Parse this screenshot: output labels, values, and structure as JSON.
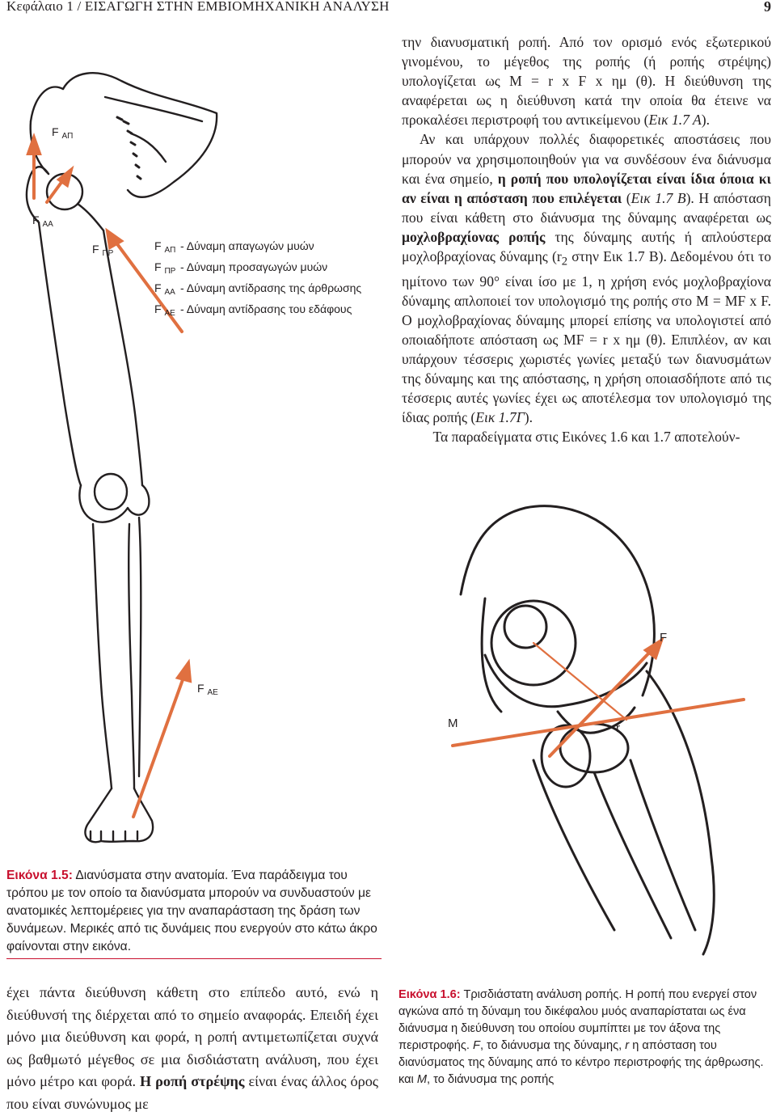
{
  "header": {
    "running_title": "Κεφάλαιο 1 / ΕΙΣΑΓΩΓΗ ΣΤΗΝ ΕΜΒΙΟΜΗΧΑΝΙΚΗ ΑΝΑΛΥΣΗ",
    "page_number": "9"
  },
  "right_column": {
    "p1_a": "την διανυσματική ροπή. Από τον ορισμό ενός εξωτερικού γινομένου, το μέγεθος της ροπής (ή ροπής στρέψης) υπολογίζεται ως M = r x F x ημ (θ). Η διεύθυνση της αναφέρεται ως η διεύθυνση κατά την οποία θα έτεινε να προκαλέσει περιστροφή του αντικείμενου (",
    "p1_ref": "Εικ 1.7 Α",
    "p1_b": ").",
    "p2_a": "Αν και υπάρχουν πολλές διαφορετικές αποστάσεις που μπορούν να χρησιμοποιηθούν για να συνδέσουν ένα διάνυσμα και ένα σημείο, ",
    "p2_bold": "η ροπή που υπολογίζεται είναι ίδια όποια κι αν είναι η απόσταση που επιλέγεται",
    "p2_b": " (",
    "p2_ref1": "Εικ 1.7 Β",
    "p2_c": "). Η απόσταση που είναι κάθετη στο διάνυσμα της δύναμης αναφέρεται ως ",
    "p2_bold2": "μοχλοβραχίονας ροπής",
    "p2_d": " της δύναμης αυτής ή απλούστερα μοχλοβραχίονας δύναμης (r",
    "p2_sub": "2",
    "p2_e": " στην Εικ 1.7 Β). Δεδομένου ότι το ημίτονο των 90° είναι ίσο με 1, η χρήση ενός μοχλοβραχίονα δύναμης απλοποιεί τον υπολογισμό της ροπής στο M = MF x F. Ο μοχλοβραχίονας δύναμης μπορεί επίσης να υπολογιστεί από οποιαδήποτε απόσταση ως MF = r x ημ (θ). Επιπλέον, αν και υπάρχουν τέσσερις χωριστές γωνίες μεταξύ των διανυσμάτων της δύναμης και της απόστασης, η χρήση οποιασδήποτε από τις τέσσερις αυτές γωνίες έχει ως αποτέλεσμα τον υπολογισμό της ίδιας ροπής (",
    "p2_ref2": "Εικ 1.7Γ",
    "p2_f": ").",
    "p3": "Τα παραδείγματα στις Εικόνες 1.6 και 1.7 αποτελούν-"
  },
  "figure_15": {
    "labels": {
      "f_ap": "F",
      "f_ap_sub": "ΑΠ",
      "f_aa": "F",
      "f_aa_sub": "ΑΑ",
      "f_pr": "F",
      "f_pr_sub": "ΠΡ",
      "f_ae": "F",
      "f_ae_sub": "ΑΕ"
    },
    "legend": [
      {
        "sym": "F",
        "sub": "ΑΠ",
        "text": "- Δύναμη απαγωγών μυών"
      },
      {
        "sym": "F",
        "sub": "ΠΡ",
        "text": "- Δύναμη προσαγωγών μυών"
      },
      {
        "sym": "F",
        "sub": "ΑΑ",
        "text": "- Δύναμη αντίδρασης της άρθρωσης"
      },
      {
        "sym": "F",
        "sub": "ΑΕ",
        "text": "- Δύναμη αντίδρασης του εδάφους"
      }
    ]
  },
  "figure_16": {
    "labels": {
      "f": "F",
      "m": "M",
      "r": "r"
    }
  },
  "caption_15": {
    "label": "Εικόνα 1.5:",
    "text": " Διανύσματα στην ανατομία. Ένα παράδειγμα του τρόπου με τον οποίο τα διανύσματα μπορούν να συνδυαστούν με ανατομικές λεπτομέρειες για την αναπαράσταση της δράση των δυνάμεων. Μερικές από τις δυνάμεις που ενεργούν στο κάτω άκρο φαίνονται στην εικόνα."
  },
  "bottom_left": {
    "text_a": "έχει πάντα διεύθυνση κάθετη στο επίπεδο αυτό, ενώ η διεύθυνσή της διέρχεται από το σημείο αναφοράς. Επειδή έχει μόνο μια διεύθυνση και φορά, η ροπή αντιμετωπίζεται συχνά ως βαθμωτό μέγεθος σε μια δισδιάστατη ανάλυση, που έχει μόνο μέτρο και φορά. ",
    "bold": "Η ροπή στρέψης",
    "text_b": " είναι ένας άλλος όρος που είναι συνώνυμος με"
  },
  "caption_16": {
    "label": "Εικόνα 1.6:",
    "text_a": " Τρισδιάστατη ανάλυση ροπής. Η ροπή που ενεργεί στον αγκώνα από τη δύναμη του δικέφαλου μυός αναπαρίσταται ως ένα διάνυσμα η διεύθυνση του οποίου συμπίπτει με τον άξονα της περιστροφής. ",
    "it_f": "F",
    "text_b": ", το διάνυσμα της δύναμης, ",
    "it_r": "r",
    "text_c": " η απόσταση του διανύσματος της δύναμης από το κέντρο περιστροφής της άρθρωσης. και ",
    "it_m": "M",
    "text_d": ", το διάνυσμα της ροπής"
  },
  "colors": {
    "arrow": "#e07040",
    "fig_label": "#c8102e",
    "ink": "#231f20"
  }
}
